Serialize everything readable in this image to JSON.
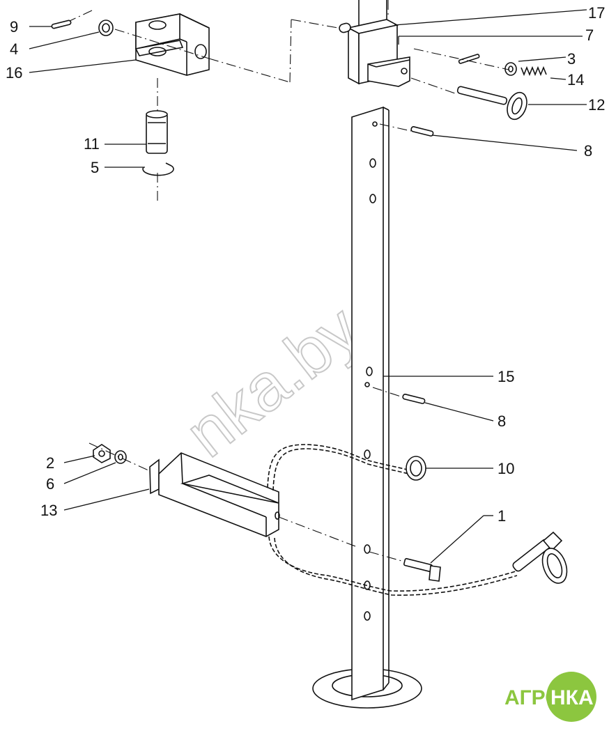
{
  "diagram": {
    "watermark": "nka.by",
    "logo": {
      "left": "АГРО",
      "right": "НКА"
    },
    "parts": [
      {
        "id": "p17",
        "label": "17"
      },
      {
        "id": "p9",
        "label": "9"
      },
      {
        "id": "p7",
        "label": "7"
      },
      {
        "id": "p4",
        "label": "4"
      },
      {
        "id": "p3",
        "label": "3"
      },
      {
        "id": "p16",
        "label": "16"
      },
      {
        "id": "p14",
        "label": "14"
      },
      {
        "id": "p12",
        "label": "12"
      },
      {
        "id": "p11",
        "label": "11"
      },
      {
        "id": "p8a",
        "label": "8"
      },
      {
        "id": "p5",
        "label": "5"
      },
      {
        "id": "p15",
        "label": "15"
      },
      {
        "id": "p8b",
        "label": "8"
      },
      {
        "id": "p2",
        "label": "2"
      },
      {
        "id": "p10",
        "label": "10"
      },
      {
        "id": "p6",
        "label": "6"
      },
      {
        "id": "p13",
        "label": "13"
      },
      {
        "id": "p1",
        "label": "1"
      }
    ]
  }
}
